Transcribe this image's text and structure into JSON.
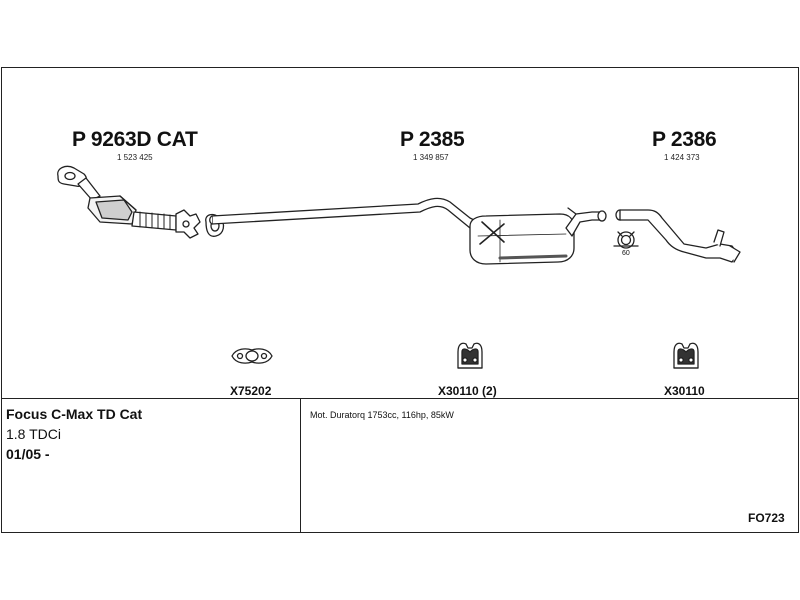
{
  "parts": [
    {
      "code": "P 9263D CAT",
      "number": "1 523 425"
    },
    {
      "code": "P 2385",
      "number": "1 349 857"
    },
    {
      "code": "P 2386",
      "number": "1 424 373"
    }
  ],
  "accessories": [
    {
      "code": "X75202",
      "icon": "gasket-icon"
    },
    {
      "code": "X30110 (2)",
      "icon": "rubber-hanger-icon"
    },
    {
      "code": "X30110",
      "icon": "rubber-hanger-icon"
    }
  ],
  "clamp_label": "60",
  "vehicle": {
    "model": "Focus C-Max TD Cat",
    "engine": "1.8 TDCi",
    "date": "01/05 -"
  },
  "description": "Mot. Duratorq 1753cc, 116hp, 85kW",
  "reference": "FO723"
}
